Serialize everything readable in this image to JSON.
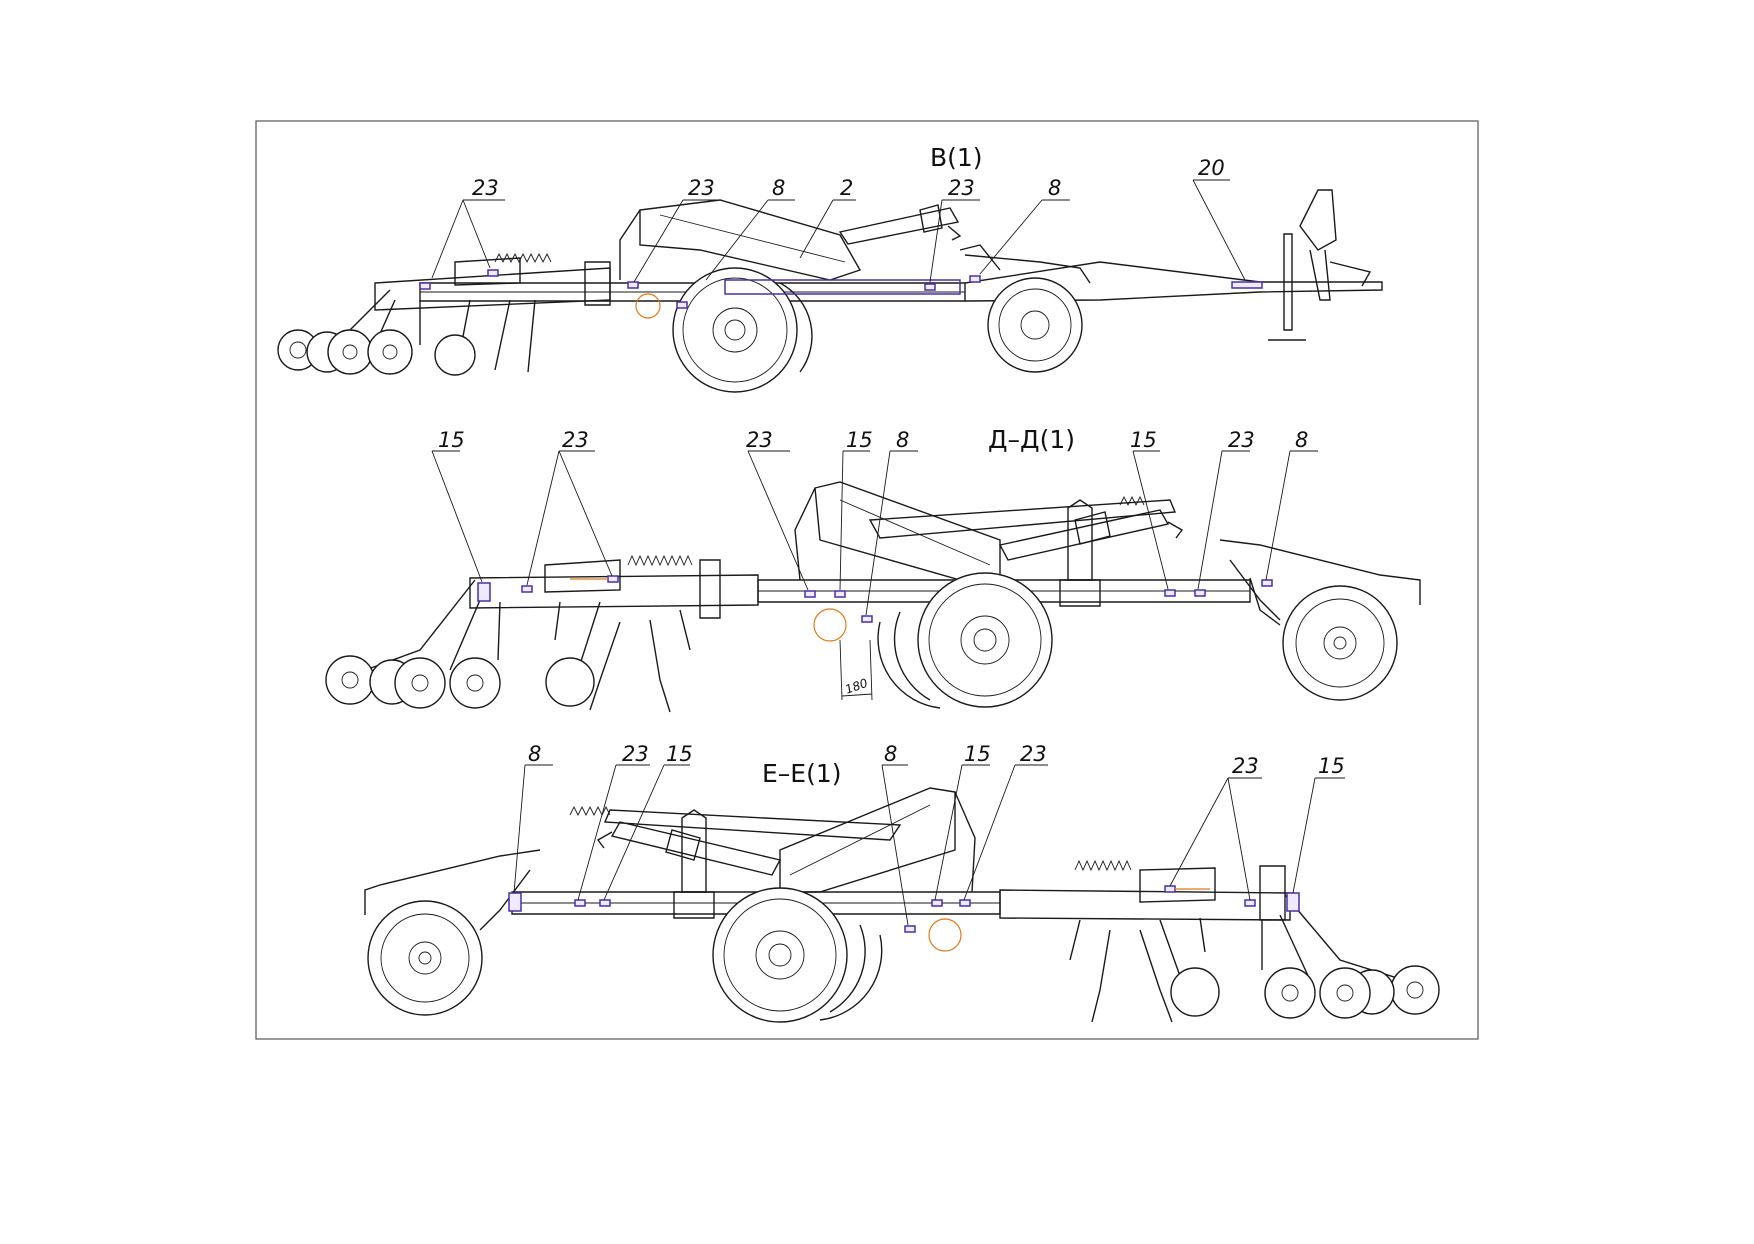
{
  "views": [
    {
      "title": "В(1)",
      "labels": [
        "23",
        "23",
        "8",
        "2",
        "23",
        "8",
        "20"
      ]
    },
    {
      "title": "Д–Д(1)",
      "labels": [
        "15",
        "23",
        "23",
        "15",
        "8",
        "15",
        "23",
        "8"
      ],
      "dimension": "180"
    },
    {
      "title": "Е–Е(1)",
      "labels": [
        "8",
        "23",
        "15",
        "8",
        "15",
        "23",
        "23",
        "15"
      ]
    }
  ],
  "colors": {
    "line": "#1a1a1a",
    "marker": "#4a2fa8",
    "accent": "#e07a1a"
  }
}
